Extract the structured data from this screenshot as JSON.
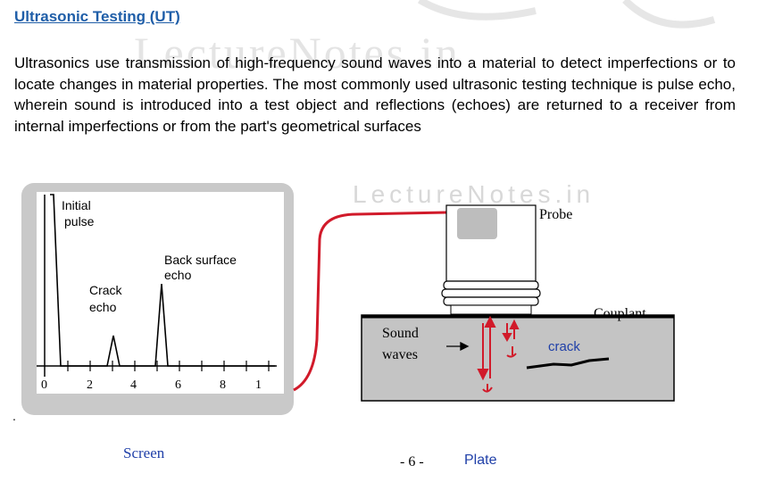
{
  "watermarks": {
    "large": "LectureNotes.in",
    "small": "LectureNotes.in"
  },
  "title": "Ultrasonic Testing (UT)",
  "paragraph": "Ultrasonics use transmission of high-frequency sound waves into a material to detect imperfections or to locate changes in material properties. The most commonly used ultrasonic testing technique is pulse echo, wherein sound is introduced into a test object and reflections (echoes) are returned to a receiver from internal imperfections or from the part's geometrical surfaces",
  "screen_plot": {
    "labels": {
      "initial_pulse_line1": "Initial",
      "initial_pulse_line2": "pulse",
      "crack_echo_line1": "Crack",
      "crack_echo_line2": "echo",
      "back_surface_line1": "Back surface",
      "back_surface_line2": "echo"
    },
    "ticks": [
      "0",
      "2",
      "4",
      "6",
      "8",
      "1"
    ]
  },
  "plate_diagram": {
    "probe": "Probe",
    "couplant": "Couplant",
    "sound_waves_line1": "Sound",
    "sound_waves_line2": "waves",
    "crack": "crack"
  },
  "captions": {
    "screen": "Screen",
    "page_number": "- 6 -",
    "plate": "Plate"
  },
  "colors": {
    "title": "#1f5ea8",
    "signal_red": "#d11a2a",
    "crack_blue": "#1f3fa8",
    "panel_gray": "#c9c9c9",
    "plate_gray": "#c4c4c4"
  }
}
